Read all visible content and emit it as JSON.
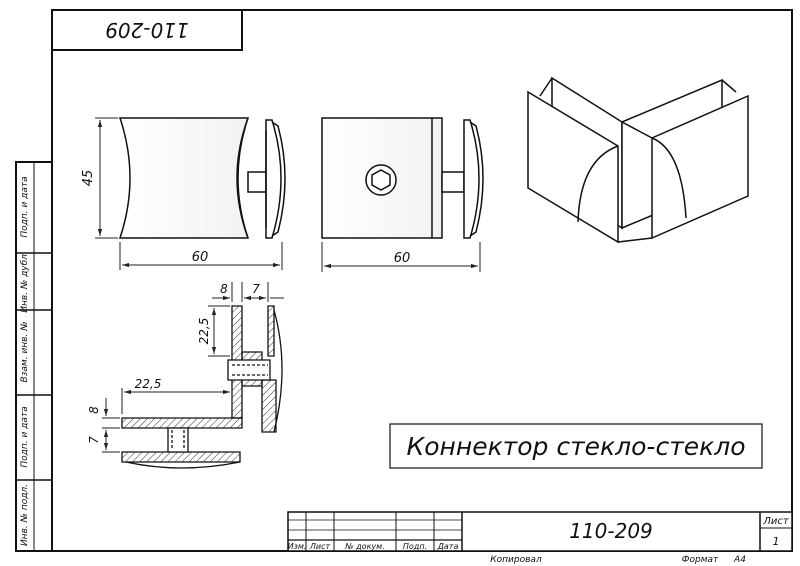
{
  "drawing": {
    "number_stamp": "110-209",
    "title": "Коннектор стекло-стекло",
    "dims": {
      "front_width": "60",
      "front_height": "45",
      "side_width": "60",
      "sec_8_top": "8",
      "sec_7_top": "7",
      "sec_22_5_vert": "22,5",
      "sec_22_5_horiz": "22,5",
      "sec_8_left": "8",
      "sec_7_left": "7"
    }
  },
  "side_strip": {
    "labels": [
      "Подп. и дата",
      "Инв. № дубл.",
      "Взам. инв. №",
      "Подп. и дата",
      "Инв. № подл."
    ]
  },
  "title_block": {
    "number": "110-209",
    "sheet_label": "Лист",
    "sheet_value": "1",
    "headers": [
      "Изм.",
      "Лист",
      "№ докум.",
      "Подп.",
      "Дата"
    ],
    "copied": "Копировал",
    "format_label": "Формат",
    "format_value": "А4"
  }
}
